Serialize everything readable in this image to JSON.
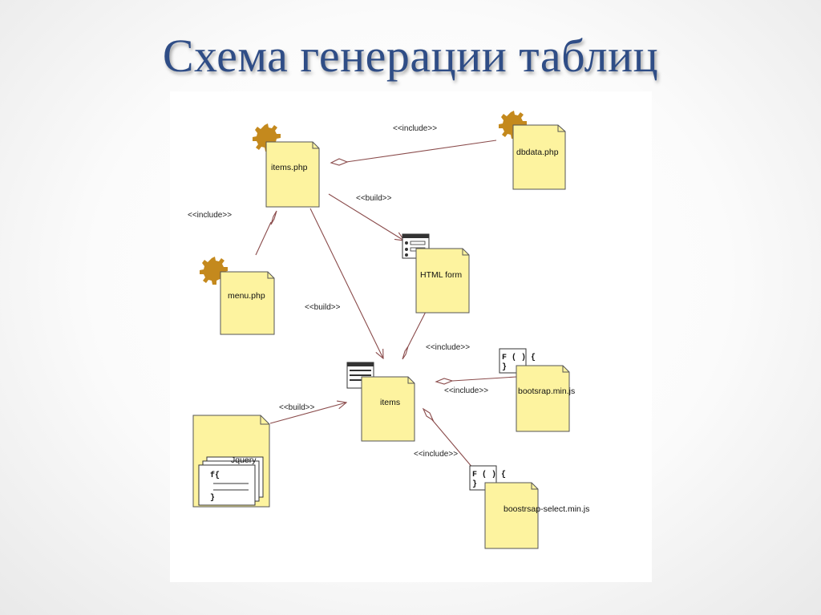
{
  "slide": {
    "title": "Схема генерации таблиц"
  },
  "diagram": {
    "nodes": {
      "items_php": "items.php",
      "dbdata_php": "dbdata.php",
      "menu_php": "menu.php",
      "html_form": "HTML form",
      "items": "items",
      "bootstrap_min_js": "bootsrap.min.js",
      "bootstrap_select_min_js": "boostrsap-select.min.js",
      "jquery": "Jquery"
    },
    "stereotypes": {
      "include": "<<include>>",
      "build": "<<build>>"
    },
    "function_glyph": "F ( ) {",
    "function_glyph_close": "}",
    "code_glyph_open": "f{",
    "code_glyph_close": "}"
  }
}
